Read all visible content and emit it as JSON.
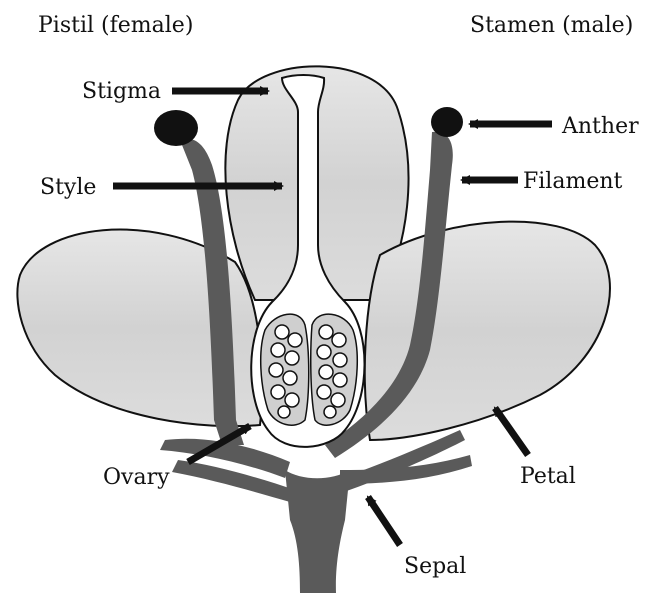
{
  "headings": {
    "pistil": "Pistil (female)",
    "stamen": "Stamen (male)"
  },
  "labels": {
    "stigma": "Stigma",
    "style": "Style",
    "anther": "Anther",
    "filament": "Filament",
    "ovary": "Ovary",
    "petal": "Petal",
    "sepal": "Sepal"
  },
  "colors": {
    "petal_fill": "#d9d9d9",
    "stem_fill": "#5a5a5a",
    "anther_fill": "#111111",
    "outline": "#111111",
    "ovule_fill": "#ffffff"
  }
}
